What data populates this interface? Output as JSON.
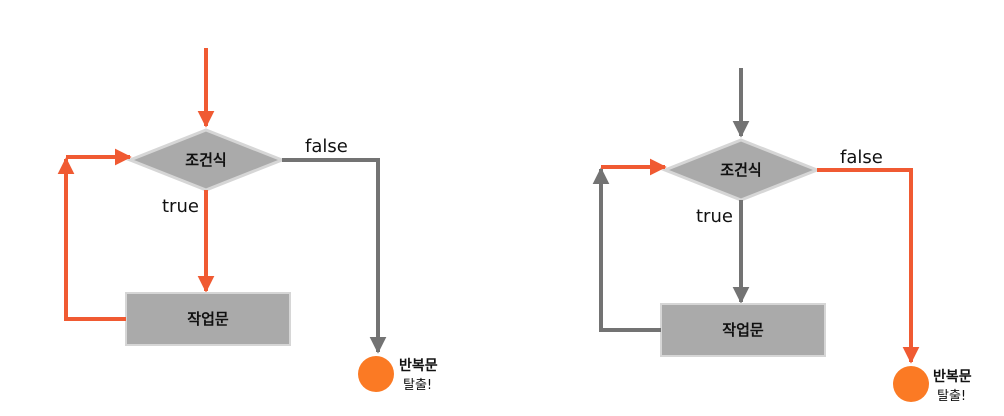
{
  "colors": {
    "highlight": "#f05a32",
    "neutral": "#737373",
    "node_fill": "#aaaaaa",
    "node_stroke": "#d6d6d6",
    "exit_fill": "#fb7a24"
  },
  "diagrams": [
    {
      "condition_label": "조건식",
      "true_label": "true",
      "false_label": "false",
      "body_label": "작업문",
      "exit_label_line1": "반복문",
      "exit_label_line2": "탈출!",
      "highlighted_branch": "true"
    },
    {
      "condition_label": "조건식",
      "true_label": "true",
      "false_label": "false",
      "body_label": "작업문",
      "exit_label_line1": "반복문",
      "exit_label_line2": "탈출!",
      "highlighted_branch": "false"
    }
  ]
}
